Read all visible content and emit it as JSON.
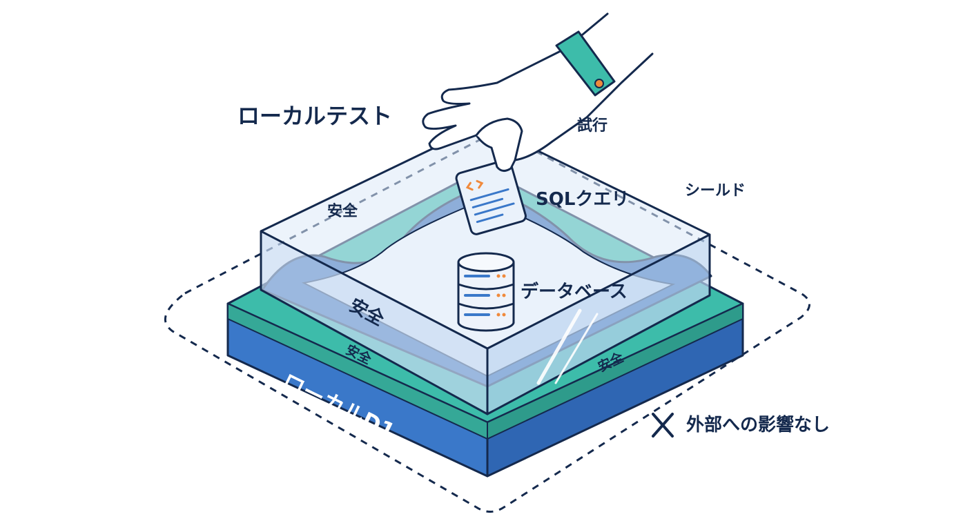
{
  "labels": {
    "local_test": "ローカルテスト",
    "trial": "試行",
    "shield": "シールド",
    "sql_query": "SQLクエリ",
    "database": "データベース",
    "safe_shield_back": "安全",
    "safe_inner_front": "安全",
    "safe_base_left": "安全",
    "safe_base_right": "安全",
    "local_d1": "ローカルD1",
    "no_external_impact": "外部への影響なし"
  },
  "colors": {
    "navy": "#14294d",
    "teal": "#3dbcaa",
    "blue": "#3a78c9",
    "glass": "#dde9f7",
    "accent_orange": "#f08a3c"
  },
  "icons": [
    "hand-icon",
    "sql-document-icon",
    "database-icon",
    "x-mark-icon"
  ]
}
